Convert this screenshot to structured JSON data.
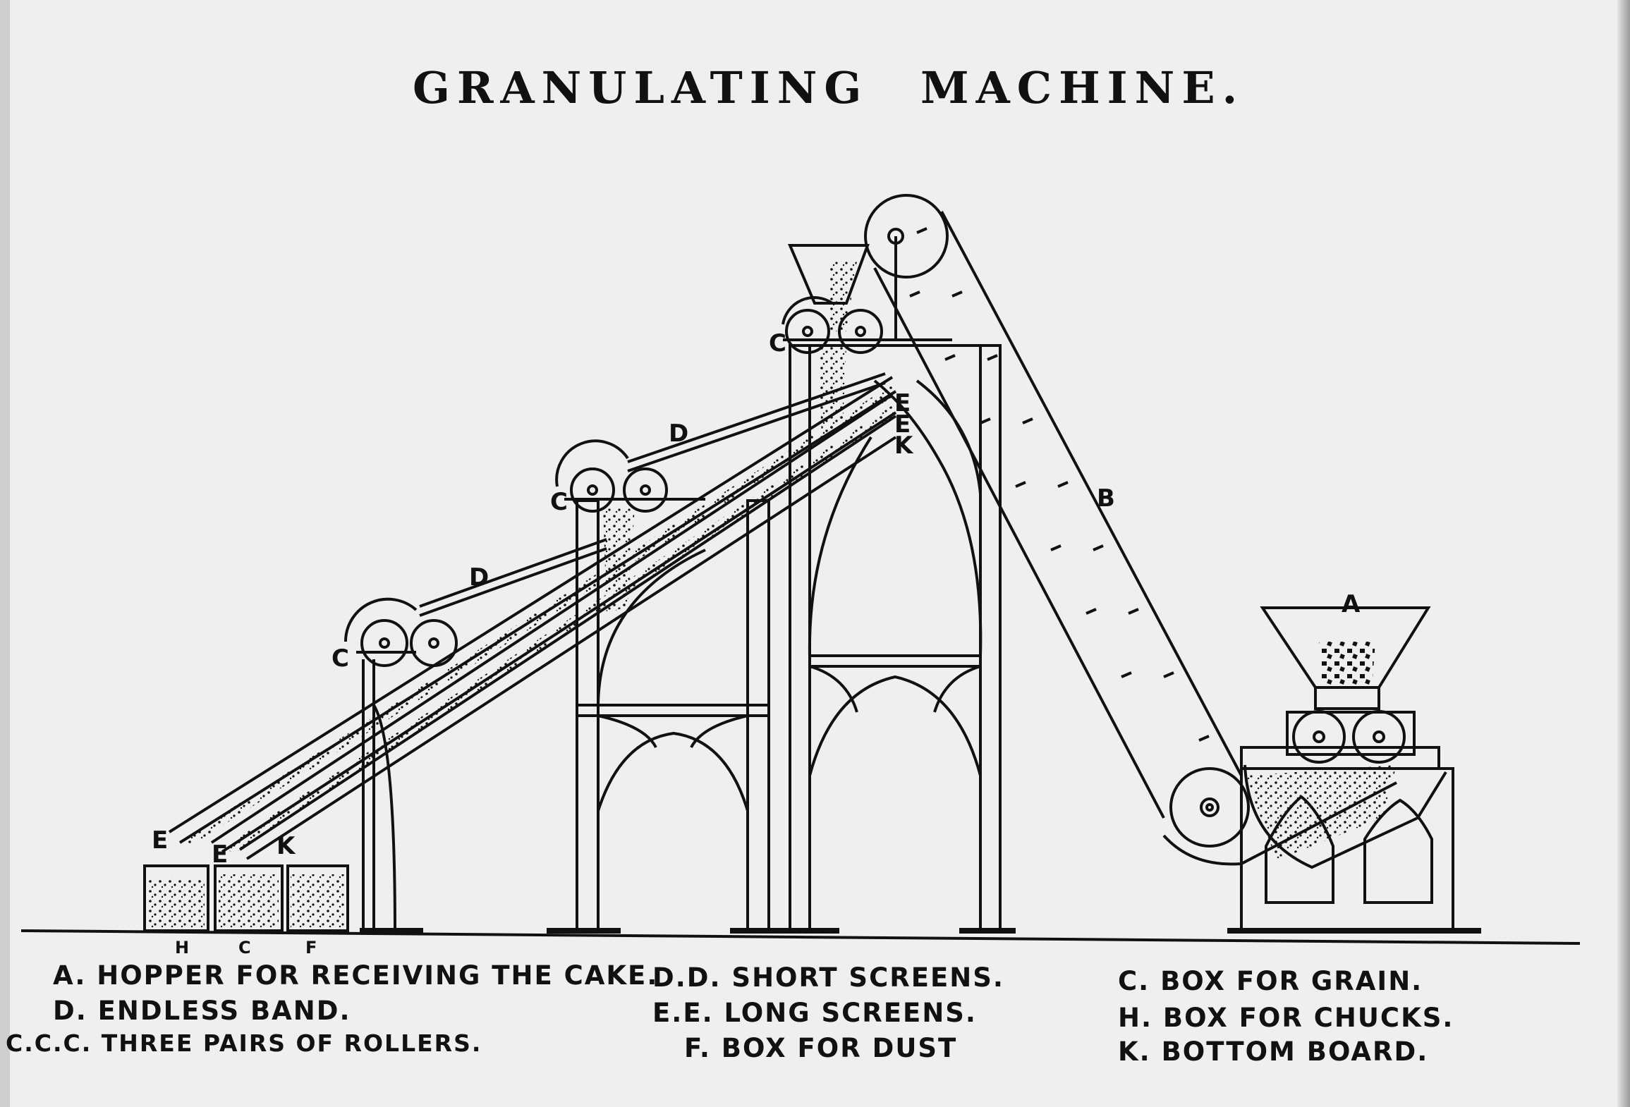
{
  "title": {
    "word1": "Granulating",
    "word2": "Machine."
  },
  "labels": {
    "A": "A",
    "B": "B",
    "C": "C",
    "D": "D",
    "E": "E",
    "K": "K",
    "H": "H",
    "F": "F",
    "E_K": [
      "E",
      "E",
      "K"
    ]
  },
  "legend": {
    "col1": [
      "A. Hopper for Receiving the Cake.",
      "D. Endless Band.",
      "C.C.C. Three Pairs of Rollers."
    ],
    "col2": [
      "D.D. Short Screens.",
      "E.E. Long Screens.",
      "F. Box for Dust"
    ],
    "col3": [
      "C. Box for Grain.",
      "H. Box for Chucks.",
      "K. Bottom Board."
    ]
  },
  "colors": {
    "paper": "#efefef",
    "ink": "#111111"
  }
}
